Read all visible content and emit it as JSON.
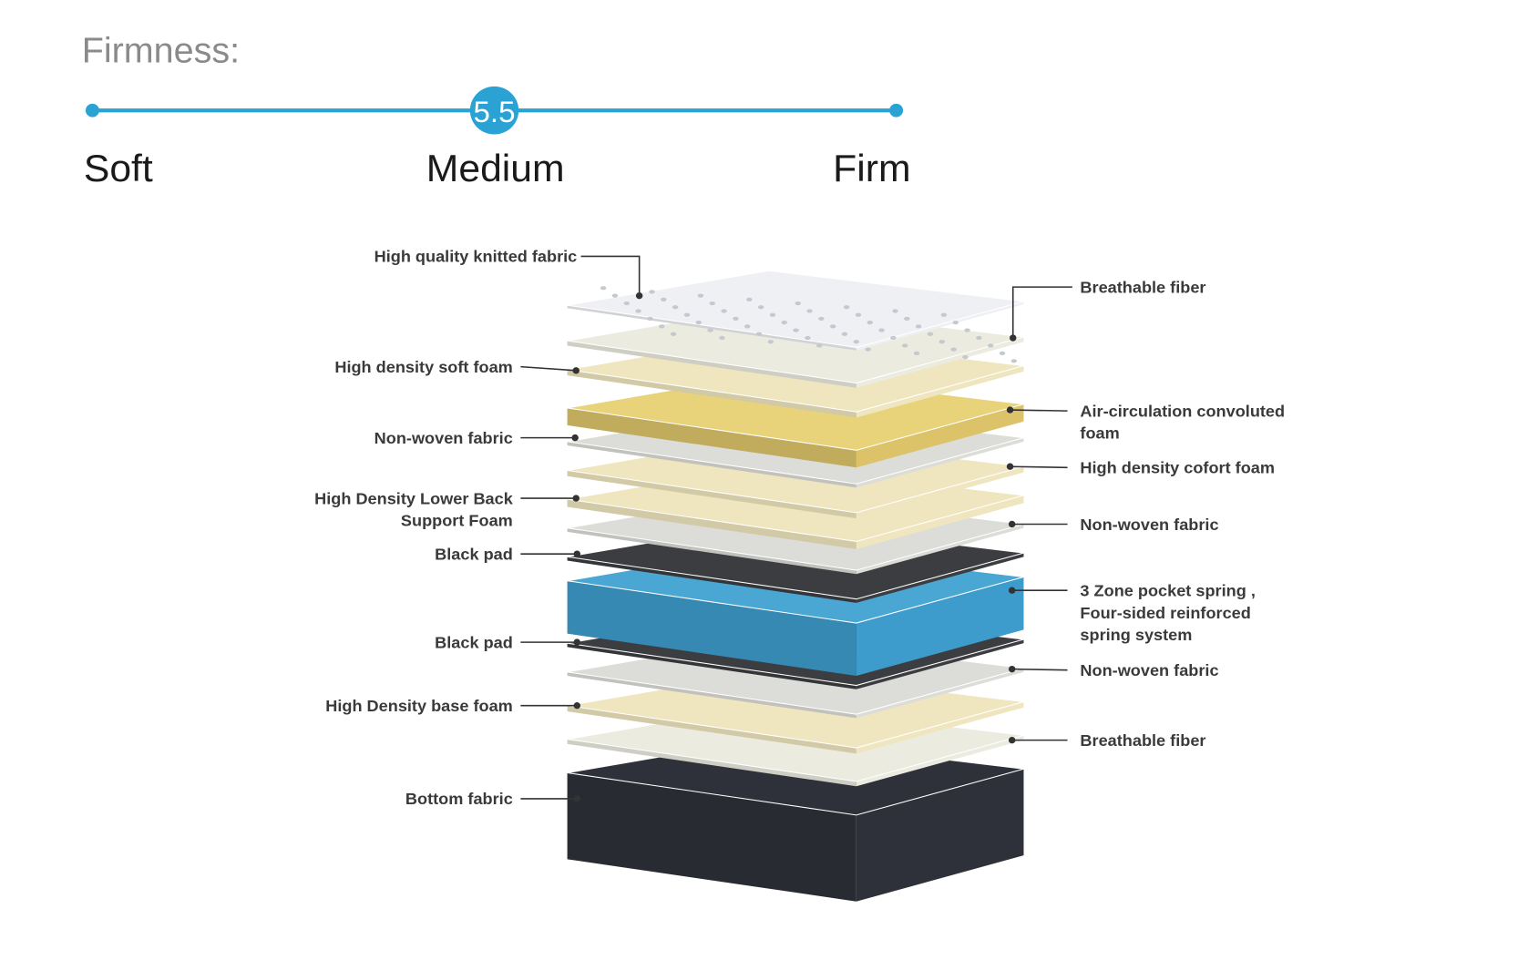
{
  "firmness": {
    "title": "Firmness:",
    "value_label": "5.5",
    "value": 5.5,
    "scale_min": 1,
    "scale_max": 10,
    "labels": {
      "soft": "Soft",
      "medium": "Medium",
      "firm": "Firm"
    },
    "accent_color": "#2aa3d4"
  },
  "left_labels": [
    {
      "lines": [
        "High quality knitted fabric"
      ]
    },
    {
      "lines": [
        "High density soft foam"
      ]
    },
    {
      "lines": [
        "Non-woven fabric"
      ]
    },
    {
      "lines": [
        "High Density Lower Back",
        "Support Foam"
      ]
    },
    {
      "lines": [
        "Black pad"
      ]
    },
    {
      "lines": [
        "Black pad"
      ]
    },
    {
      "lines": [
        "High Density base foam"
      ]
    },
    {
      "lines": [
        "Bottom fabric"
      ]
    }
  ],
  "right_labels": [
    {
      "lines": [
        "Breathable fiber"
      ]
    },
    {
      "lines": [
        "Air-circulation convoluted",
        "foam"
      ]
    },
    {
      "lines": [
        "High density cofort foam"
      ]
    },
    {
      "lines": [
        "Non-woven fabric"
      ]
    },
    {
      "lines": [
        "3 Zone pocket spring ,",
        "Four-sided reinforced",
        "spring system"
      ]
    },
    {
      "lines": [
        "Non-woven fabric"
      ]
    },
    {
      "lines": [
        "Breathable fiber"
      ]
    }
  ],
  "layer_colors": {
    "knit": "#eef0f3",
    "fiber": "#ecebe0",
    "cream": "#efe6bf",
    "convoluted": "#e8d27a",
    "nonwoven": "#dcdcd8",
    "black": "#3c3d40",
    "spring": "#4aa6d2",
    "bottom": "#2f313a"
  }
}
